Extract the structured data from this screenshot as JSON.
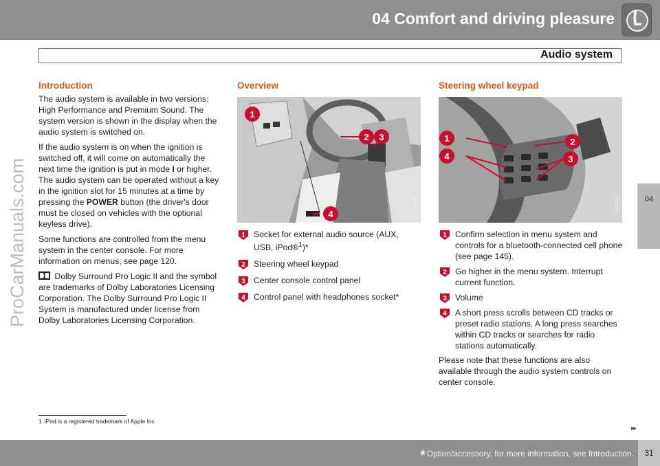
{
  "header": {
    "chapter_title": "04 Comfort and driving pleasure",
    "chapter_icon": "seat-icon",
    "section_title": "Audio system",
    "side_tab_number": "04"
  },
  "watermark": "ProCarManuals.com",
  "intro": {
    "heading": "Introduction",
    "p1": "The audio system is available in two versions: High Performance and Premium Sound. The system version is shown in the display when the audio system is switched on.",
    "p2_before_mode": "If the audio system is on when the ignition is switched off, it will come on automatically the next time the ignition is put in mode ",
    "p2_mode": "I",
    "p2_before_power": " or higher. The audio system can be operated without a key in the ignition slot for 15  minutes at a time by pressing the ",
    "p2_power": "POWER",
    "p2_after_power": " button (the driver's door must be closed on vehicles with the optional keyless drive).",
    "p3": "Some functions are controlled from the menu system in the center console. For more information on menus, see page 120.",
    "p4": " Dolby Surround Pro Logic II and the symbol are trademarks of Dolby Laboratories Licensing Corporation. The Dolby Surround Pro Logic II System is manufactured under license from Dolby Laboratories Licensing Corporation."
  },
  "overview": {
    "heading": "Overview",
    "figure_code": "G021396",
    "callouts": [
      "1",
      "2",
      "3",
      "4"
    ],
    "items": [
      {
        "num": "1",
        "text": "Socket for external audio source (AUX, USB, iPod®",
        "sup": "1",
        "suffix": ")*"
      },
      {
        "num": "2",
        "text": "Steering wheel keypad"
      },
      {
        "num": "3",
        "text": "Center console control panel"
      },
      {
        "num": "4",
        "text": "Control panel with headphones socket*"
      }
    ]
  },
  "keypad": {
    "heading": "Steering wheel keypad",
    "figure_code": "G020719",
    "callouts": [
      "1",
      "2",
      "3",
      "4"
    ],
    "items": [
      {
        "num": "1",
        "text": "Confirm selection in menu system and controls for a bluetooth-connected cell phone (see page 145)."
      },
      {
        "num": "2",
        "text": "Go higher in the menu system. Interrupt current function."
      },
      {
        "num": "3",
        "text": "Volume"
      },
      {
        "num": "4",
        "text": "A short press scrolls between CD tracks or preset radio stations. A long press searches within CD tracks or searches for radio stations automatically."
      }
    ],
    "note": "Please note that these functions are also available through the audio system controls on center console."
  },
  "footnote": {
    "num": "1",
    "text": "iPod is a registered trademark of Apple Inc."
  },
  "next_page_marker": "▸▸",
  "footer": {
    "star": "*",
    "option_note": "Option/accessory, for more information, see Introduction.",
    "page_number": "31"
  },
  "colors": {
    "accent": "#d85a1c",
    "header_gray": "#8f8f8f",
    "callout_red": "#c8102e"
  }
}
